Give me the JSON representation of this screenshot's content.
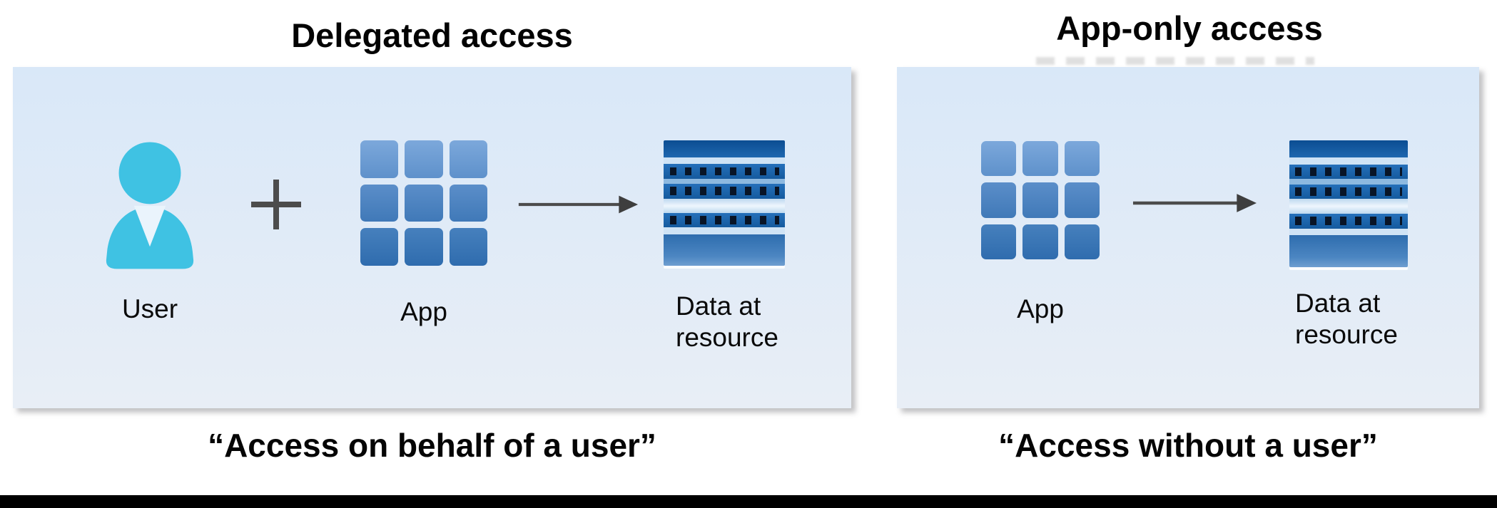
{
  "titles": {
    "delegated": "Delegated access",
    "app_only": "App-only access"
  },
  "panels": {
    "delegated": {
      "user_label": "User",
      "plus_sign": "+",
      "app_label": "App",
      "resource_label": [
        "Data at",
        "resource"
      ]
    },
    "app_only": {
      "app_label": "App",
      "resource_label": [
        "Data at",
        "resource"
      ]
    }
  },
  "captions": {
    "delegated": "“Access on behalf of a user”",
    "app_only": "“Access without a user”"
  },
  "icons": {
    "user": "user-icon",
    "plus": "plus-icon",
    "app": "app-grid-icon",
    "arrow": "arrow-right-icon",
    "resource": "database-icon"
  },
  "colors": {
    "panel-top": "#d9e8f8",
    "panel-bottom": "#e8eef6",
    "user-cyan": "#3fc2e3",
    "app-blue-top": "#7ca8db",
    "app-blue-mid": "#4079b8",
    "app-blue-bottom": "#2f6cae",
    "db-dark": "#1e67af",
    "db-light": "#cfe3f5",
    "arrow-gray": "#4c4c4c",
    "footer-black": "#000000"
  }
}
